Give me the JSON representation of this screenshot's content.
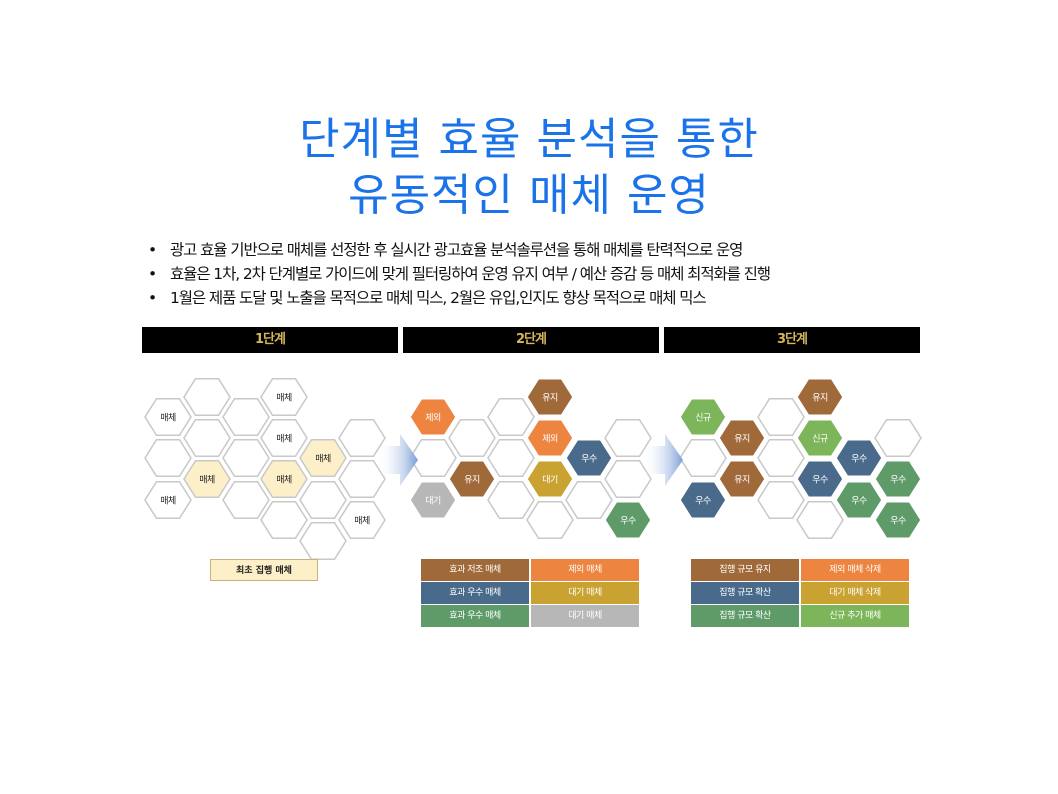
{
  "title": {
    "line1": "단계별 효율 분석을 통한",
    "line2": "유동적인 매체 운영"
  },
  "bullets": [
    "광고 효율 기반으로 매체를 선정한 후 실시간 광고효율 분석솔루션을 통해 매체를 탄력적으로 운영",
    "효율은 1차, 2차 단계별로 가이드에 맞게 필터링하여 운영 유지 여부 / 예산 증감 등 매체 최적화를 진행",
    "1월은 제품 도달 및 노출을 목적으로 매체 믹스, 2월은 유입,인지도 향상 목적으로 매체 믹스"
  ],
  "stages": [
    {
      "label": "1단계"
    },
    {
      "label": "2단계"
    },
    {
      "label": "3단계"
    }
  ],
  "colors": {
    "title": "#1a73e8",
    "brown": "#a0693a",
    "orange": "#ed8440",
    "navy": "#4a6a8c",
    "green": "#5e9b68",
    "gold": "#c9a232",
    "gray": "#b7b7b7",
    "lightgreen": "#7db55a",
    "cream": "#fdf0c8",
    "white": "#ffffff"
  },
  "hexes": {
    "stage1": [
      {
        "label": "매체",
        "fill": "white"
      },
      {
        "label": "매체",
        "fill": "white"
      },
      {
        "label": "매체",
        "fill": "white"
      },
      {
        "label": "매체",
        "fill": "cream"
      },
      {
        "label": "매체",
        "fill": "cream"
      },
      {
        "label": "매체",
        "fill": "cream"
      },
      {
        "label": "매체",
        "fill": "white"
      },
      {
        "label": "매체",
        "fill": "white"
      }
    ],
    "stage2": [
      {
        "label": "유지",
        "fill": "brown"
      },
      {
        "label": "제외",
        "fill": "orange"
      },
      {
        "label": "제외",
        "fill": "orange"
      },
      {
        "label": "우수",
        "fill": "navy"
      },
      {
        "label": "유지",
        "fill": "brown"
      },
      {
        "label": "대기",
        "fill": "gold"
      },
      {
        "label": "대기",
        "fill": "gray"
      },
      {
        "label": "우수",
        "fill": "green"
      }
    ],
    "stage3": [
      {
        "label": "유지",
        "fill": "brown"
      },
      {
        "label": "신규",
        "fill": "lightgreen"
      },
      {
        "label": "유지",
        "fill": "brown"
      },
      {
        "label": "신규",
        "fill": "lightgreen"
      },
      {
        "label": "우수",
        "fill": "navy"
      },
      {
        "label": "유지",
        "fill": "brown"
      },
      {
        "label": "우수",
        "fill": "navy"
      },
      {
        "label": "우수",
        "fill": "green"
      },
      {
        "label": "우수",
        "fill": "navy"
      },
      {
        "label": "우수",
        "fill": "green"
      },
      {
        "label": "우수",
        "fill": "green"
      }
    ]
  },
  "legend": {
    "stage1": "최초 집행 매체",
    "stage2": [
      {
        "label": "효과 저조 매체",
        "color": "brown"
      },
      {
        "label": "제외 매체",
        "color": "orange"
      },
      {
        "label": "효과 우수 매체",
        "color": "navy"
      },
      {
        "label": "대기 매체",
        "color": "gold"
      },
      {
        "label": "효과 우수 매체",
        "color": "green"
      },
      {
        "label": "대기 매체",
        "color": "gray"
      }
    ],
    "stage3": [
      {
        "label": "집행 규모 유지",
        "color": "brown"
      },
      {
        "label": "제외 매체 삭제",
        "color": "orange"
      },
      {
        "label": "집행 규모 확산",
        "color": "navy"
      },
      {
        "label": "대기 매체 삭제",
        "color": "gold"
      },
      {
        "label": "집행 규모 확산",
        "color": "green"
      },
      {
        "label": "신규 추가 매체",
        "color": "lightgreen"
      }
    ]
  }
}
